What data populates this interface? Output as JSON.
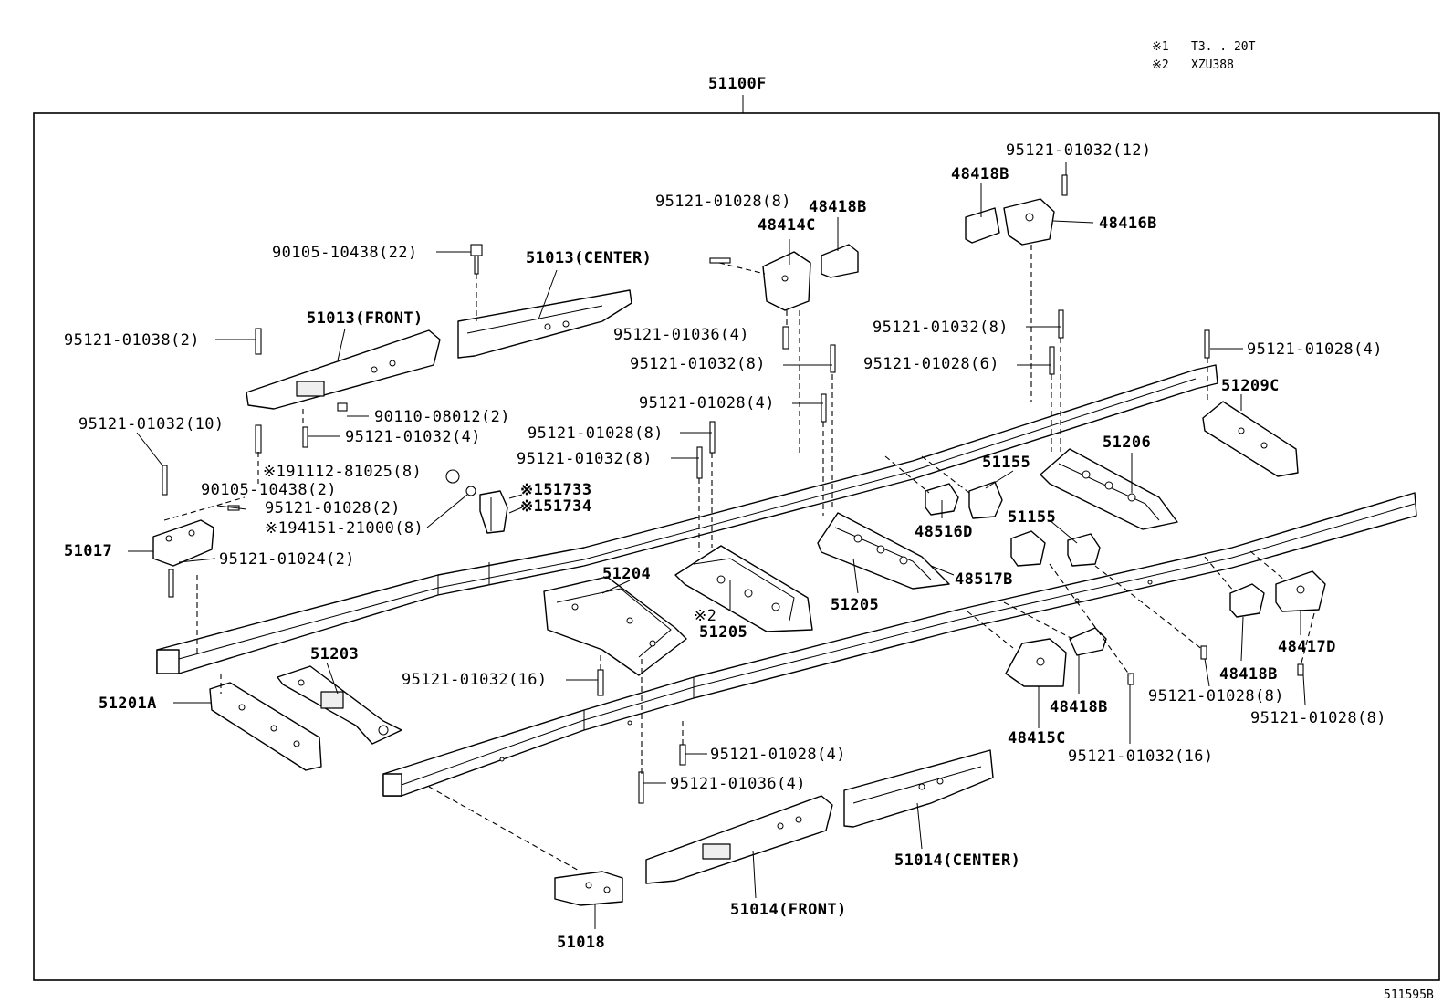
{
  "notes": [
    {
      "mark": "※1",
      "text": "T3. . 20T"
    },
    {
      "mark": "※2",
      "text": "XZU388"
    }
  ],
  "assembly_label": "51100F",
  "figure_code": "511595B",
  "parts": {
    "p51013_center": "51013(CENTER)",
    "p51013_front": "51013(FRONT)",
    "p51014_center": "51014(CENTER)",
    "p51014_front": "51014(FRONT)",
    "p51017": "51017",
    "p51018": "51018",
    "p51201a": "51201A",
    "p51203": "51203",
    "p51204": "51204",
    "p51205_a": "51205",
    "p51205_b": "51205",
    "p51205_note": "※2",
    "p51206": "51206",
    "p51209c": "51209C",
    "p51155_a": "51155",
    "p51155_b": "51155",
    "p48414c": "48414C",
    "p48418b_a": "48418B",
    "p48418b_b": "48418B",
    "p48418b_c": "48418B",
    "p48418b_d": "48418B",
    "p48416b": "48416B",
    "p48415c": "48415C",
    "p48417d": "48417D",
    "p48516d": "48516D",
    "p48517b": "48517B",
    "p51733": "※151733",
    "p51734": "※151734"
  },
  "fasteners": {
    "f_90105_22": "90105-10438(22)",
    "f_95121_01038_2": "95121-01038(2)",
    "f_90110_08012_2": "90110-08012(2)",
    "f_95121_01032_4": "95121-01032(4)",
    "f_95121_01032_10": "95121-01032(10)",
    "f_191112": "※191112-81025(8)",
    "f_90105_2": "90105-10438(2)",
    "f_95121_01028_2": "95121-01028(2)",
    "f_194151": "※194151-21000(8)",
    "f_95121_01024_2": "95121-01024(2)",
    "f_95121_01028_8_top": "95121-01028(8)",
    "f_95121_01036_4_top": "95121-01036(4)",
    "f_95121_01032_8_a": "95121-01032(8)",
    "f_95121_01028_4_a": "95121-01028(4)",
    "f_95121_01028_8_b": "95121-01028(8)",
    "f_95121_01032_8_b": "95121-01032(8)",
    "f_95121_01032_12": "95121-01032(12)",
    "f_95121_01032_8_c": "95121-01032(8)",
    "f_95121_01028_6": "95121-01028(6)",
    "f_95121_01028_4_right": "95121-01028(4)",
    "f_95121_01032_16_a": "95121-01032(16)",
    "f_95121_01028_4_bot": "95121-01028(4)",
    "f_95121_01036_4_bot": "95121-01036(4)",
    "f_95121_01032_16_b": "95121-01032(16)",
    "f_95121_01028_8_r1": "95121-01028(8)",
    "f_95121_01028_8_r2": "95121-01028(8)"
  }
}
